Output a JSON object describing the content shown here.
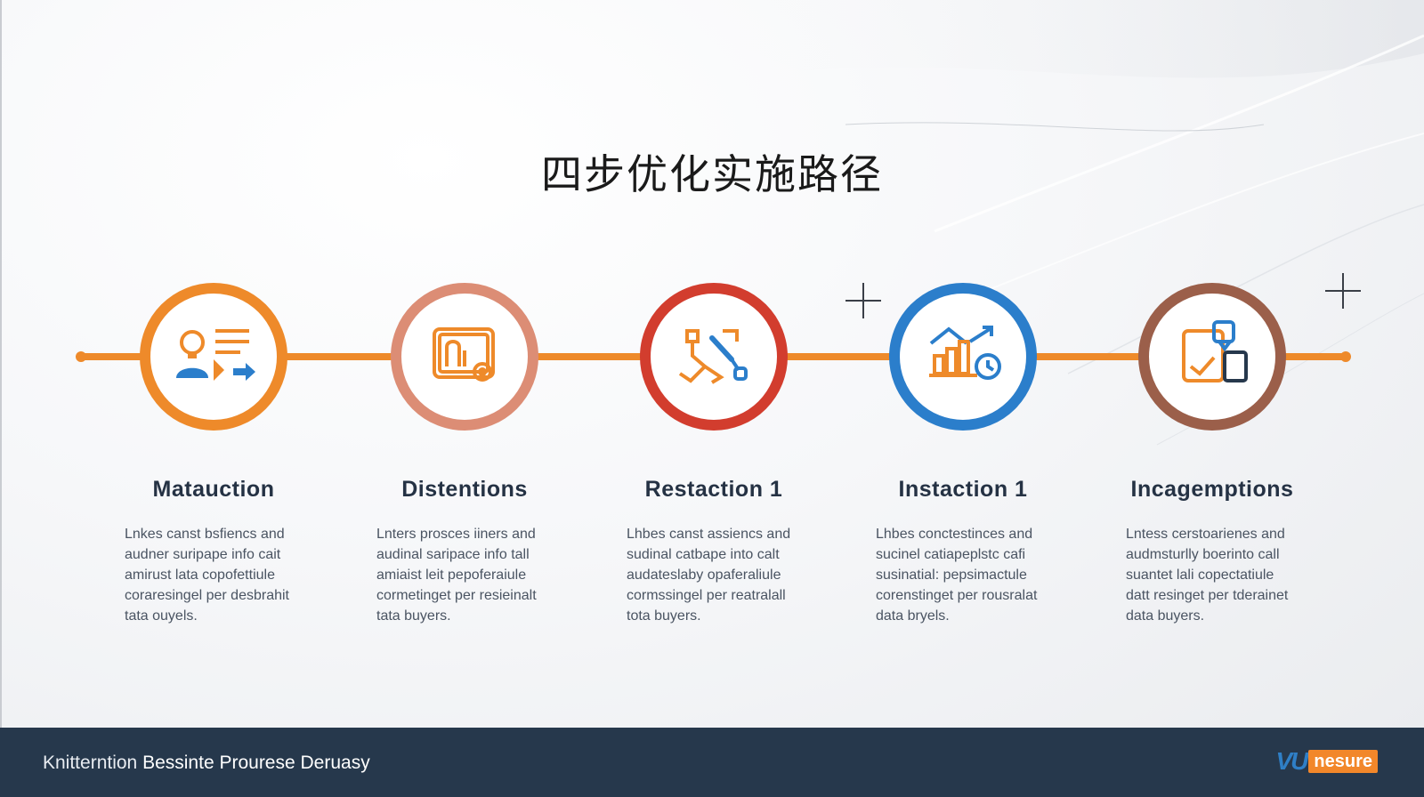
{
  "title": "四步优化实施路径",
  "colors": {
    "connector": "#ee8a2a",
    "footer_bg": "#26384c"
  },
  "steps": [
    {
      "title": "Matauction",
      "icon": "idea-person-icon",
      "ring_color": "#ee8a2a",
      "desc": [
        "Lnkes canst bsfiencs and",
        "audner suripape info cait",
        "amirust lata copofettiule",
        "coraresingel per desbrahit",
        "tata ouyels."
      ]
    },
    {
      "title": "Distentions",
      "icon": "process-gear-icon",
      "ring_color": "#dc8d75",
      "desc": [
        "Lnters prosces iiners and",
        "audinal saripace info tall",
        "amiaist leit pepoferaiule",
        "cormetinget per resieinalt",
        "tata buyers."
      ]
    },
    {
      "title": "Restaction 1",
      "icon": "network-path-icon",
      "ring_color": "#d23d2e",
      "desc": [
        "Lhbes canst assiencs and",
        "sudinal catbape into calt",
        "audateslaby opaferaliule",
        "cormssingel per reatralall",
        "tota buyers."
      ]
    },
    {
      "title": "Instaction 1",
      "icon": "growth-chart-icon",
      "ring_color": "#2b7ecb",
      "desc": [
        "Lhbes conctestinces and",
        "sucinel catiapeplstc cafi",
        "susinatial: pepsimactule",
        "corenstinget per rousralat",
        "data bryels."
      ]
    },
    {
      "title": "Incagemptions",
      "icon": "checklist-device-icon",
      "ring_color": "#9b5f4a",
      "desc": [
        "Lntess cerstoarienes and",
        "audmsturlly boerinto call",
        "suantet lali copectatiule",
        "datt resinget per tderainet",
        "data buyers."
      ]
    }
  ],
  "footer": {
    "left_prefix": "Knitterntion",
    "left_text": "Bessinte Prourese Deruasy",
    "brand_mark": "VU",
    "brand_name": "nesure"
  }
}
